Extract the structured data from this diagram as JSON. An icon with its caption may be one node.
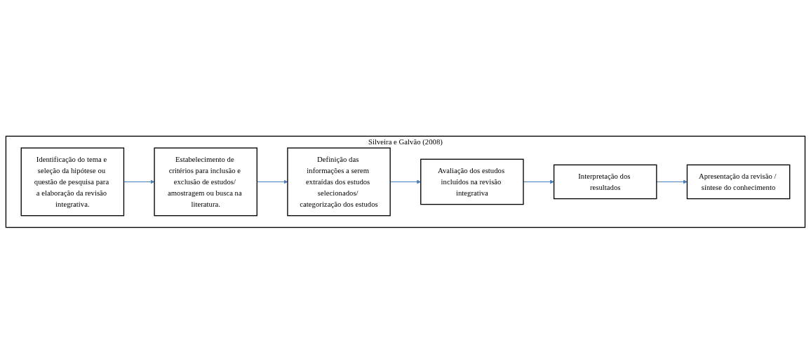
{
  "diagram": {
    "nodes": [
      {
        "text": [
          "Silveira e Galvão (2008)"
        ]
      },
      {
        "text": [
          "Identificação do tema e seleção da hipótese ou questão de pesquisa para a elaboração da revisão integrativa."
        ],
        "in": 0
      },
      {
        "text": [
          "Estabelecimento de critérios para inclusão e exclusão de estudos/ amostragem ou busca na literatura."
        ],
        "in": 0
      },
      {
        "text": [
          "Definição das informações a serem extraídas dos estudos selecionados/ categorização dos estudos"
        ],
        "in": 0
      },
      {
        "text": [
          "Avaliação dos estudos incluídos na revisão integrativa"
        ],
        "in": 0
      },
      {
        "text": [
          "Interpretação dos resultados"
        ],
        "in": 0
      },
      {
        "text": [
          "Apresentação da revisão / síntese do conhecimento"
        ],
        "in": 0
      }
    ],
    "edges": [
      {
        "from": 1,
        "to": 2,
        "arrow": "to"
      },
      {
        "from": 2,
        "to": 3,
        "arrow": "to"
      },
      {
        "from": 3,
        "to": 4,
        "arrow": "to"
      },
      {
        "from": 4,
        "to": 5,
        "arrow": "to"
      },
      {
        "from": 5,
        "to": 6,
        "arrow": "to"
      }
    ]
  }
}
